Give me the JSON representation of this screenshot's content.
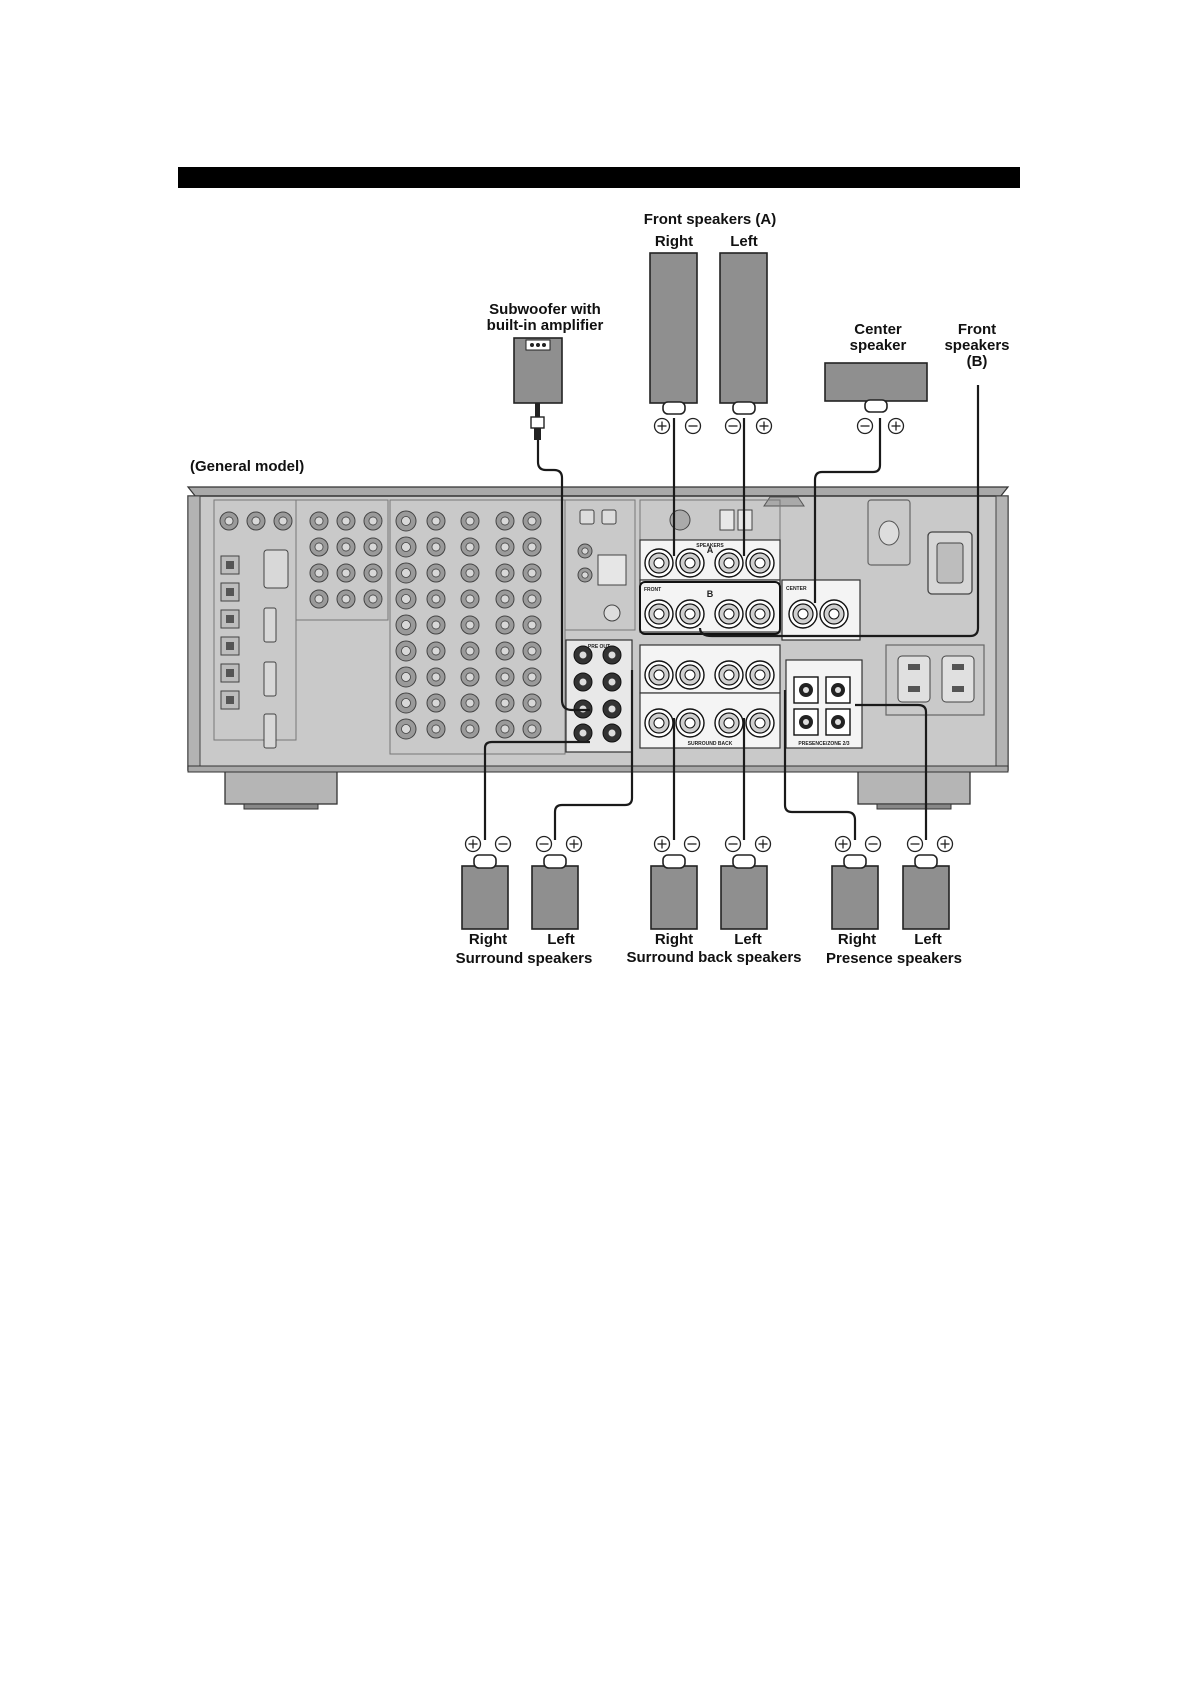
{
  "page": {
    "header_bar_color": "#000000"
  },
  "diagram": {
    "model_label": "(General model)",
    "front_a": {
      "title": "Front speakers (A)",
      "right": "Right",
      "left": "Left"
    },
    "subwoofer": {
      "line1": "Subwoofer with",
      "line2": "built-in amplifier"
    },
    "center": {
      "line1": "Center",
      "line2": "speaker"
    },
    "front_b": {
      "line1": "Front",
      "line2": "speakers",
      "line3": "(B)"
    },
    "surround": {
      "right": "Right",
      "left": "Left",
      "title": "Surround speakers"
    },
    "surround_back": {
      "right": "Right",
      "left": "Left",
      "title": "Surround back speakers"
    },
    "presence": {
      "right": "Right",
      "left": "Left",
      "title": "Presence speakers"
    },
    "terminal_labels": {
      "speakers": "SPEAKERS",
      "a": "A",
      "b": "B",
      "front": "FRONT",
      "center": "CENTER",
      "surround_back": "SURROUND BACK",
      "presence_zone": "PRESENCE/ZONE 2/3",
      "pre_out": "PRE OUT"
    },
    "colors": {
      "speaker_fill": "#8f8f8f",
      "receiver_panel": "#c7c7c7",
      "wire": "#1a1a1a"
    }
  }
}
